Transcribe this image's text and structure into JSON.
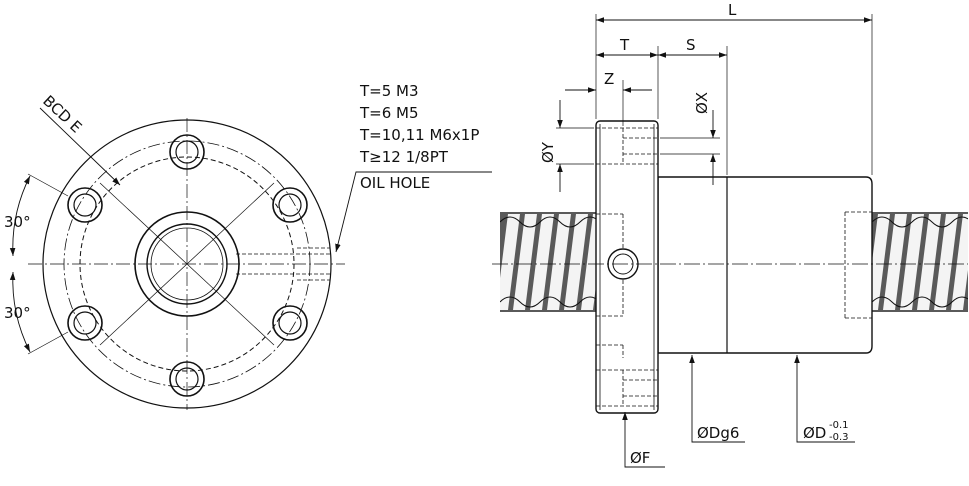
{
  "front_view": {
    "bcd_label": "BCD E",
    "angle_top": "30°",
    "angle_bottom": "30°",
    "note_lines": [
      "T=5  M3",
      "T=6  M5",
      "T=10,11  M6x1P",
      "T≥12  1/8PT",
      "OIL HOLE"
    ]
  },
  "side_view": {
    "dim_L": "L",
    "dim_T": "T",
    "dim_S": "S",
    "dim_Z": "Z",
    "dim_X": "ØX",
    "dim_Y": "ØY",
    "dim_F": "ØF",
    "dim_Dg6": "ØDg6",
    "dim_D": "ØD",
    "tol_upper": "-0.1",
    "tol_lower": "-0.3"
  },
  "colors": {
    "line": "#111111",
    "shaft": "#5a5a5a",
    "shaft_groove": "#f4f4f4"
  }
}
